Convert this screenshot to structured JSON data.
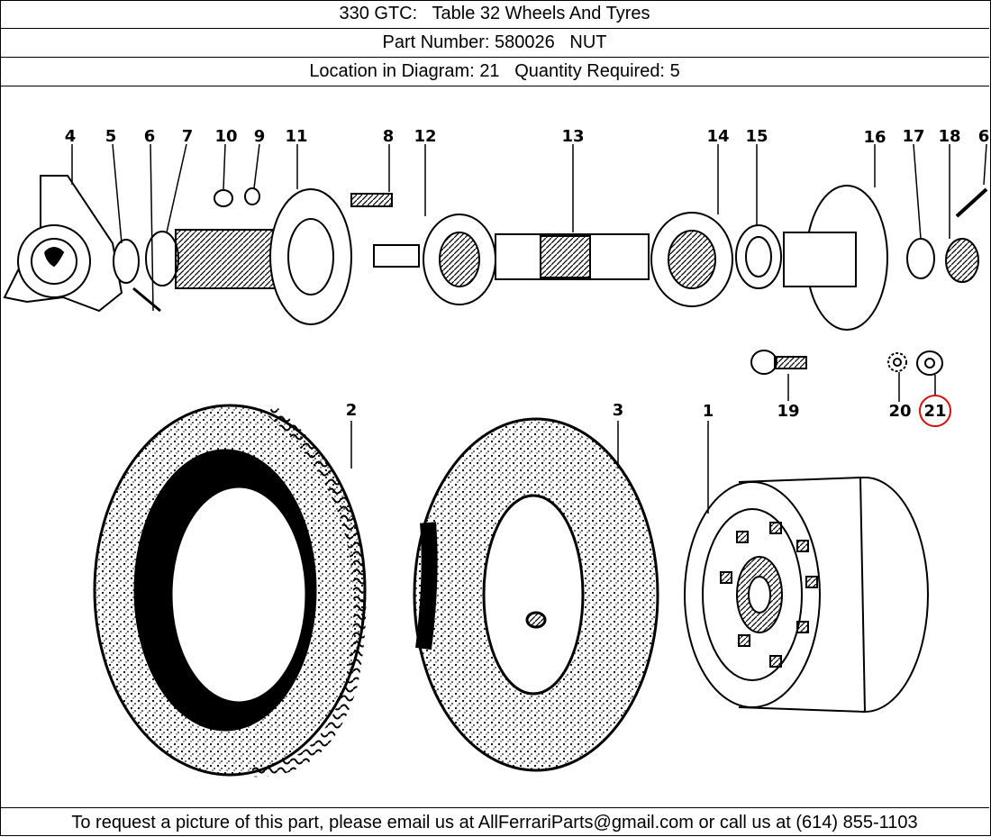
{
  "header": {
    "model": "330 GTC:",
    "table": "Table 32 Wheels And Tyres",
    "part_number_label": "Part Number:",
    "part_number": "580026",
    "part_name": "NUT",
    "location_label": "Location in Diagram:",
    "location": "21",
    "quantity_label": "Quantity Required:",
    "quantity": "5"
  },
  "diagram": {
    "highlighted_callout": "21",
    "highlight_color": "#d01010",
    "callouts": [
      "4",
      "5",
      "6",
      "7",
      "10",
      "9",
      "11",
      "8",
      "12",
      "13",
      "14",
      "15",
      "16",
      "17",
      "18",
      "6",
      "19",
      "20",
      "21",
      "2",
      "3",
      "1"
    ]
  },
  "footer": {
    "text": "To request a picture of this part, please email us at AllFerrariParts@gmail.com or call us at (614) 855-1103"
  }
}
